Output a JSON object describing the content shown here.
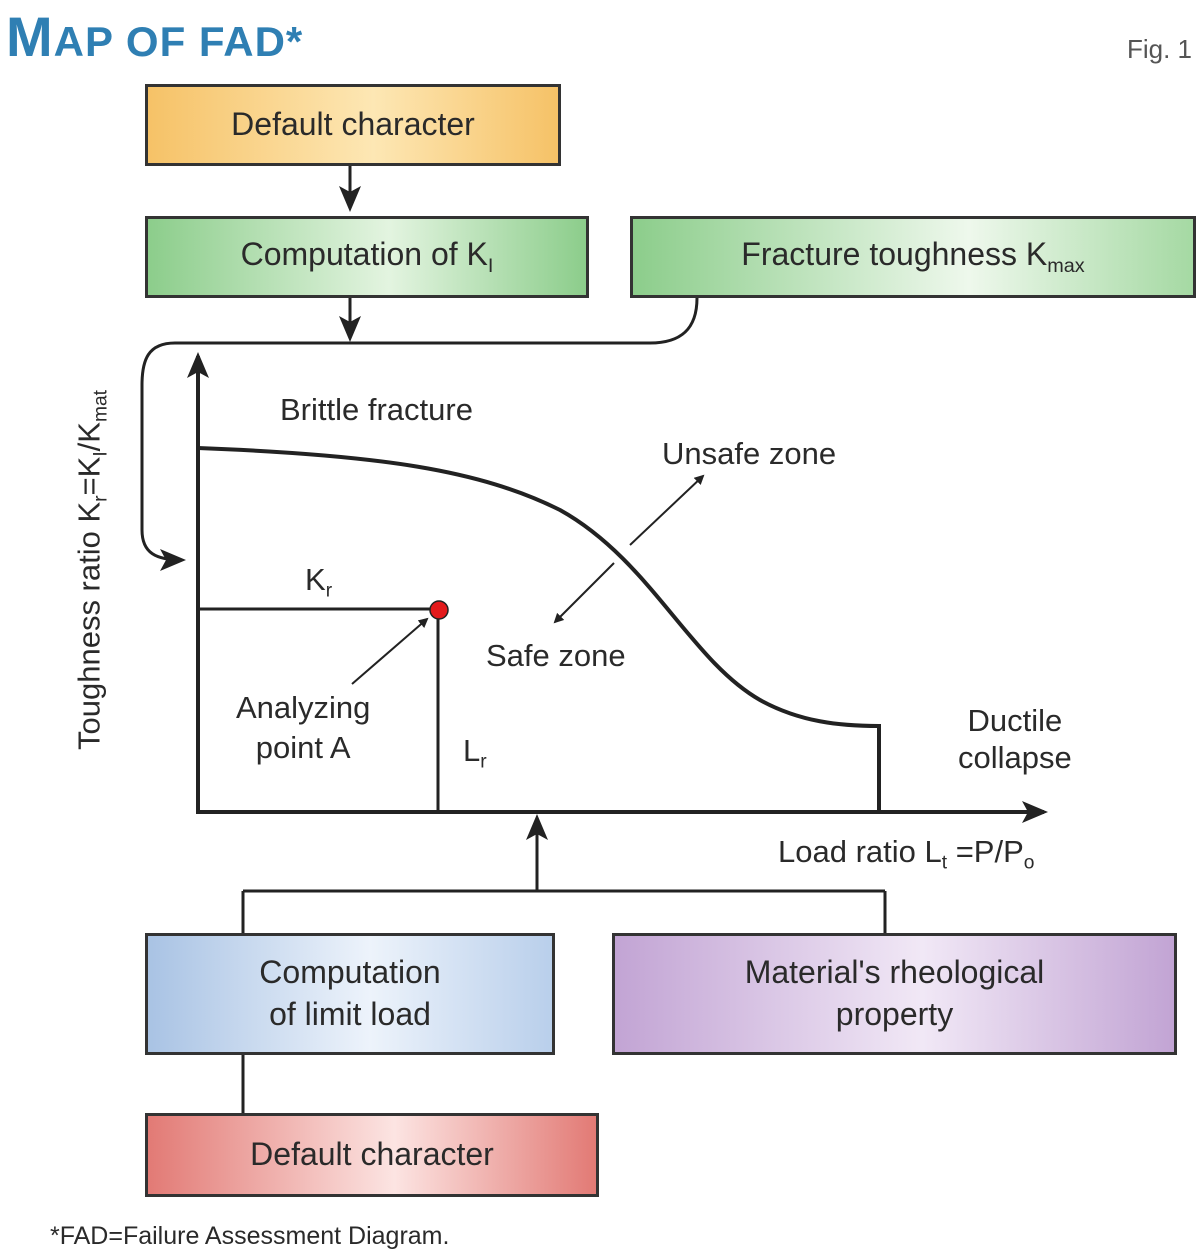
{
  "title": {
    "first": "M",
    "rest": "AP OF FAD*"
  },
  "fig_label": "Fig. 1",
  "boxes": {
    "default_top": "Default character",
    "computation_ki": "Computation of K",
    "computation_ki_sub": "I",
    "fracture": "Fracture toughness K",
    "fracture_sub": "max",
    "limit_1": "Computation",
    "limit_2": "of limit load",
    "material_1": "Material's rheological",
    "material_2": "property",
    "default_bottom": "Default character"
  },
  "labels": {
    "brittle": "Brittle fracture",
    "unsafe": "Unsafe zone",
    "safe": "Safe zone",
    "kr": "K",
    "kr_sub": "r",
    "lr": "L",
    "lr_sub": "r",
    "analyzing_1": "Analyzing",
    "analyzing_2": "point A",
    "ductile_1": "Ductile",
    "ductile_2": "collapse",
    "xaxis_a": "Load ratio L",
    "xaxis_a_sub": "t",
    "xaxis_b": " =P/P",
    "xaxis_b_sub": "o",
    "yaxis_a": "Toughness ratio K",
    "yaxis_a_sub": "r",
    "yaxis_b": "=K",
    "yaxis_b_sub": "I",
    "yaxis_c": "/K",
    "yaxis_c_sub": "mat"
  },
  "footnote": "*FAD=Failure Assessment Diagram.",
  "colors": {
    "title": "#2f7fb3",
    "point": "#e3191b",
    "orange_box": "#f6c267",
    "green_box": "#8ccd8b",
    "blue_box": "#a9c3e4",
    "purple_box": "#c2a4d4",
    "red_box": "#e27a75"
  }
}
